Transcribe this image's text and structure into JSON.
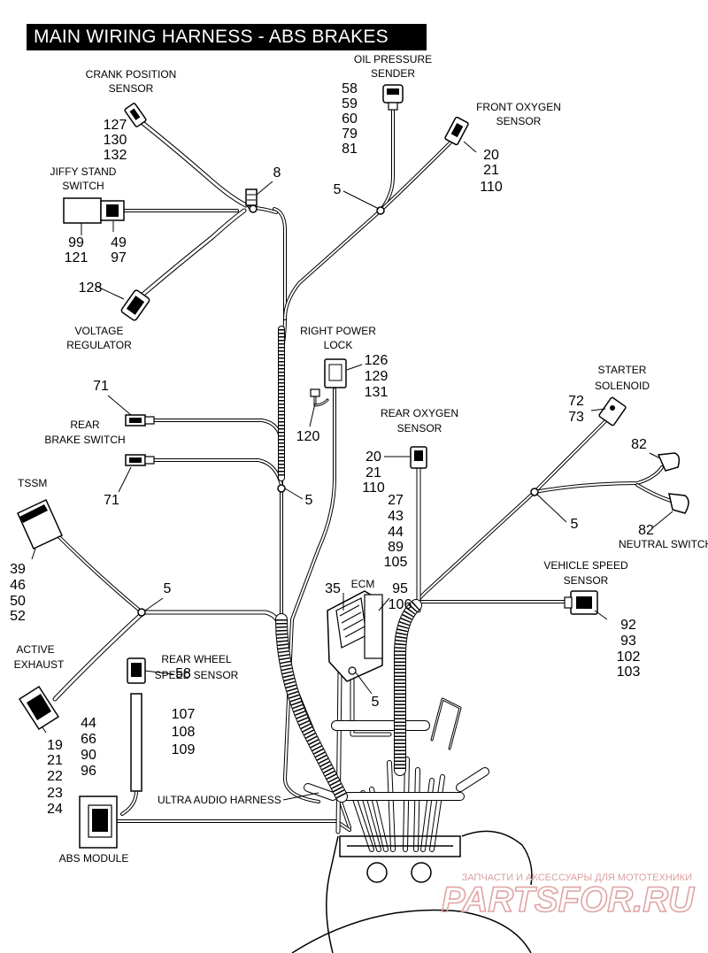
{
  "title": "MAIN WIRING HARNESS - ABS BRAKES",
  "labels": {
    "crank_position_sensor": [
      "CRANK POSITION",
      "SENSOR"
    ],
    "oil_pressure_sender": [
      "OIL PRESSURE",
      "SENDER"
    ],
    "front_oxygen_sensor": [
      "FRONT OXYGEN",
      "SENSOR"
    ],
    "jiffy_stand_switch": [
      "JIFFY STAND",
      "SWITCH"
    ],
    "voltage_regulator": [
      "VOLTAGE",
      "REGULATOR"
    ],
    "right_power_lock": [
      "RIGHT POWER",
      "LOCK"
    ],
    "starter_solenoid": [
      "STARTER",
      "SOLENOID"
    ],
    "rear_brake_switch": [
      "REAR",
      "BRAKE SWITCH"
    ],
    "rear_oxygen_sensor": [
      "REAR OXYGEN",
      "SENSOR"
    ],
    "tssm": "TSSM",
    "neutral_switch": "NEUTRAL SWITCH",
    "vehicle_speed_sensor": [
      "VEHICLE SPEED",
      "SENSOR"
    ],
    "ecm": "ECM",
    "active_exhaust": [
      "ACTIVE",
      "EXHAUST"
    ],
    "rear_wheel_speed_sensor": [
      "REAR WHEEL",
      "SPEED SENSOR"
    ],
    "ultra_audio_harness": "ULTRA AUDIO HARNESS",
    "abs_module": "ABS MODULE"
  },
  "callouts": {
    "crank": [
      "127",
      "130",
      "132"
    ],
    "oil": [
      "58",
      "59",
      "60",
      "79",
      "81"
    ],
    "front_oxygen": [
      "20",
      "21",
      "110"
    ],
    "clip_top": "8",
    "clip_front": "5",
    "jiffy_left": [
      "99",
      "121"
    ],
    "jiffy_right": [
      "49",
      "97"
    ],
    "voltage": "128",
    "power_lock": [
      "126",
      "129",
      "131"
    ],
    "power_lock_ground": "120",
    "brake_top": "71",
    "brake_bottom": "71",
    "clip_mid": "5",
    "starter": [
      "72",
      "73"
    ],
    "neutral_top": "82",
    "neutral_bottom": "82",
    "clip_right": "5",
    "rear_oxygen": [
      "20",
      "21",
      "110"
    ],
    "ecm_list": [
      "27",
      "43",
      "44",
      "89",
      "105"
    ],
    "ecm_left": "35",
    "ecm_right": [
      "95",
      "106"
    ],
    "clip_ecm": "5",
    "tssm": [
      "39",
      "46",
      "50",
      "52"
    ],
    "clip_left": "5",
    "vehicle_speed": [
      "92",
      "93",
      "102",
      "103"
    ],
    "rear_wheel": [
      "58",
      "107",
      "108",
      "109"
    ],
    "active_exhaust": [
      "19",
      "21",
      "22",
      "23",
      "24"
    ],
    "abs": [
      "44",
      "66",
      "90",
      "96"
    ]
  },
  "watermark": {
    "tagline": "ЗАПЧАСТИ И АКСЕССУАРЫ ДЛЯ МОТОТЕХНИКИ",
    "brand": "PARTSFOR.RU"
  }
}
